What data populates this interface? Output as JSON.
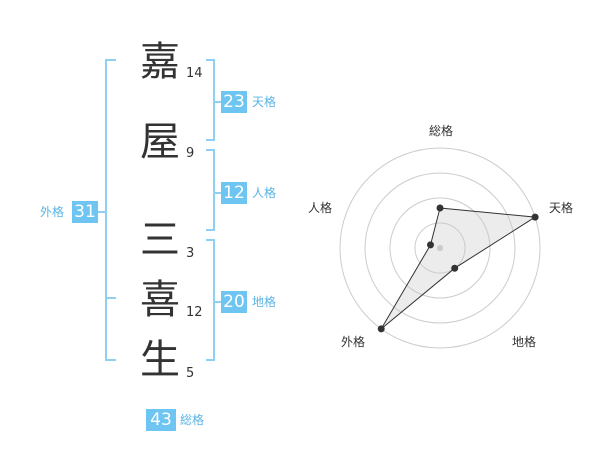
{
  "name_chars": [
    {
      "char": "嘉",
      "strokes": "14"
    },
    {
      "char": "屋",
      "strokes": "9"
    },
    {
      "char": "三",
      "strokes": "3"
    },
    {
      "char": "喜",
      "strokes": "12"
    },
    {
      "char": "生",
      "strokes": "5"
    }
  ],
  "kakusu": {
    "tenkaku": {
      "value": "23",
      "label": "天格"
    },
    "jinkaku": {
      "value": "12",
      "label": "人格"
    },
    "chikaku": {
      "value": "20",
      "label": "地格"
    },
    "gaikaku": {
      "value": "31",
      "label": "外格"
    },
    "soukaku": {
      "value": "43",
      "label": "総格"
    }
  },
  "colors": {
    "accent": "#6ec5f2",
    "bracket": "#8fd0f2",
    "text": "#333333"
  },
  "chart_data": {
    "type": "radar",
    "axes": [
      "総格",
      "天格",
      "地格",
      "外格",
      "人格"
    ],
    "series": [
      {
        "values": [
          0.4,
          1.0,
          0.25,
          1.0,
          0.1
        ]
      }
    ],
    "rings": 4,
    "range": [
      0,
      1
    ]
  }
}
